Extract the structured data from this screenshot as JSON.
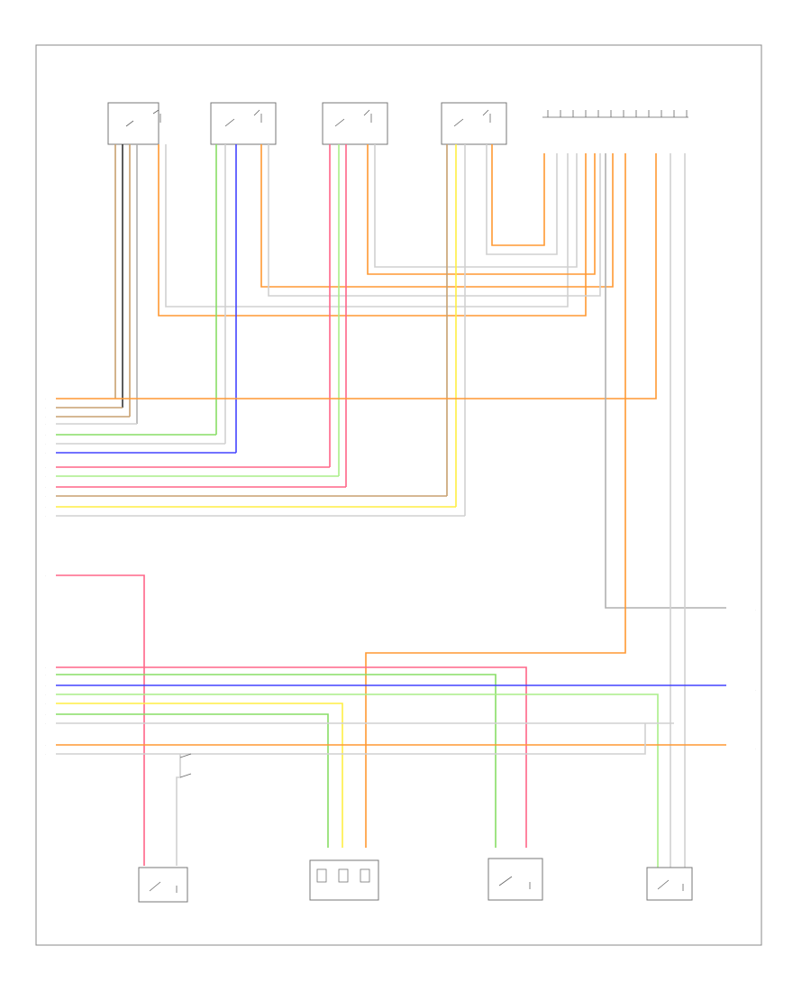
{
  "diagram": {
    "footer_code": "",
    "colors": {
      "orange": "#ff9933",
      "tan": "#c8a070",
      "gray": "#b0b0b0",
      "lightgray": "#d0d0d0",
      "green": "#88dd66",
      "blue": "#4444ff",
      "pink": "#ff6688",
      "yellow": "#ffee44",
      "lightgreen": "#aaee88",
      "black": "#333333"
    },
    "top_components": [
      {
        "id": "c1",
        "lines": [
          "",
          "",
          "",
          ""
        ]
      },
      {
        "id": "c2",
        "lines": [
          "",
          "",
          "",
          ""
        ]
      },
      {
        "id": "c3",
        "lines": [
          "",
          "",
          "",
          "",
          ""
        ]
      },
      {
        "id": "c4",
        "lines": [
          "",
          "",
          "",
          "",
          ""
        ]
      },
      {
        "id": "c5",
        "lines": [
          "",
          ""
        ]
      }
    ],
    "bottom_components": [
      {
        "id": "b1",
        "lines": [
          "",
          "",
          "",
          ""
        ]
      },
      {
        "id": "b2",
        "lines": [
          "",
          ""
        ]
      },
      {
        "id": "b3",
        "lines": [
          "",
          "",
          "",
          ""
        ]
      },
      {
        "id": "b4",
        "lines": [
          "",
          "",
          ""
        ]
      }
    ],
    "left_wire_labels": [
      "",
      "",
      "",
      "",
      "",
      "",
      "",
      "",
      "",
      "",
      "",
      "",
      "",
      "",
      "",
      "",
      "",
      "",
      "",
      "",
      "",
      "",
      "",
      "",
      ""
    ],
    "right_wire_labels": [
      "",
      "",
      ""
    ],
    "switch_labels": [
      "",
      ""
    ]
  }
}
